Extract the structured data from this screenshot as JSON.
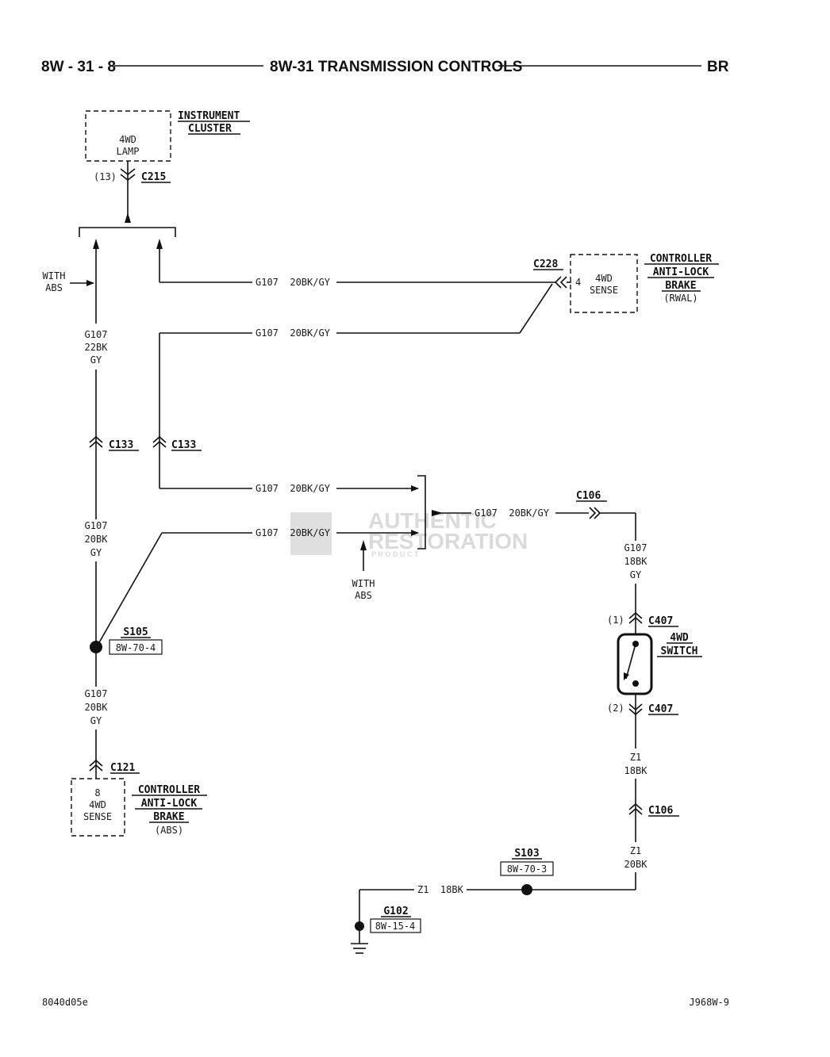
{
  "header": {
    "page_number": "8W - 31 - 8",
    "section_title": "8W-31 TRANSMISSION CONTROLS",
    "model_code": "BR"
  },
  "components": {
    "instrument_cluster": {
      "name_line1": "INSTRUMENT",
      "name_line2": "CLUSTER",
      "function_line1": "4WD",
      "function_line2": "LAMP"
    },
    "controller_rwal": {
      "name_line1": "CONTROLLER",
      "name_line2": "ANTI-LOCK",
      "name_line3": "BRAKE",
      "variant": "(RWAL)",
      "pin": "4",
      "function_line1": "4WD",
      "function_line2": "SENSE"
    },
    "controller_abs": {
      "name_line1": "CONTROLLER",
      "name_line2": "ANTI-LOCK",
      "name_line3": "BRAKE",
      "variant": "(ABS)",
      "pin": "8",
      "function_line1": "4WD",
      "function_line2": "SENSE"
    },
    "four_wd_switch": {
      "name_line1": "4WD",
      "name_line2": "SWITCH"
    }
  },
  "connectors": {
    "c215": {
      "id": "C215",
      "pin": "(13)"
    },
    "c228": {
      "id": "C228"
    },
    "c133_left": {
      "id": "C133"
    },
    "c133_right": {
      "id": "C133"
    },
    "c106_upper": {
      "id": "C106"
    },
    "c106_lower": {
      "id": "C106"
    },
    "c407_top": {
      "id": "C407",
      "pin": "(1)"
    },
    "c407_bottom": {
      "id": "C407",
      "pin": "(2)"
    },
    "c121": {
      "id": "C121"
    }
  },
  "splices": {
    "s105": {
      "id": "S105",
      "ref": "8W-70-4"
    },
    "s103": {
      "id": "S103",
      "ref": "8W-70-3"
    }
  },
  "grounds": {
    "g102": {
      "id": "G102",
      "ref": "8W-15-4"
    }
  },
  "wires": {
    "rwal_upper": "G107  20BK/GY",
    "rwal_lower": "G107  20BK/GY",
    "abs_left_upper": {
      "circuit": "G107",
      "gauge": "22BK",
      "color": "GY"
    },
    "abs_left_mid": {
      "circuit": "G107",
      "gauge": "20BK",
      "color": "GY"
    },
    "abs_left_low": {
      "circuit": "G107",
      "gauge": "20BK",
      "color": "GY"
    },
    "merge_upper": "G107  20BK/GY",
    "merge_lower": "G107  20BK/GY",
    "to_c106": "G107  20BK/GY",
    "switch_feed": {
      "circuit": "G107",
      "gauge": "18BK",
      "color": "GY"
    },
    "switch_out": {
      "circuit": "Z1",
      "gauge": "18BK"
    },
    "ground_feed": {
      "circuit": "Z1",
      "gauge": "20BK"
    },
    "ground_run": "Z1  18BK"
  },
  "notes": {
    "with_abs_left_line1": "WITH",
    "with_abs_left_line2": "ABS",
    "with_abs_mid_line1": "WITH",
    "with_abs_mid_line2": "ABS"
  },
  "watermark": {
    "line1": "AUTHENTIC",
    "line2": "RESTORATION",
    "line3": "P R O D U C T"
  },
  "footer": {
    "left_code": "8040d05e",
    "right_code": "J968W-9"
  }
}
